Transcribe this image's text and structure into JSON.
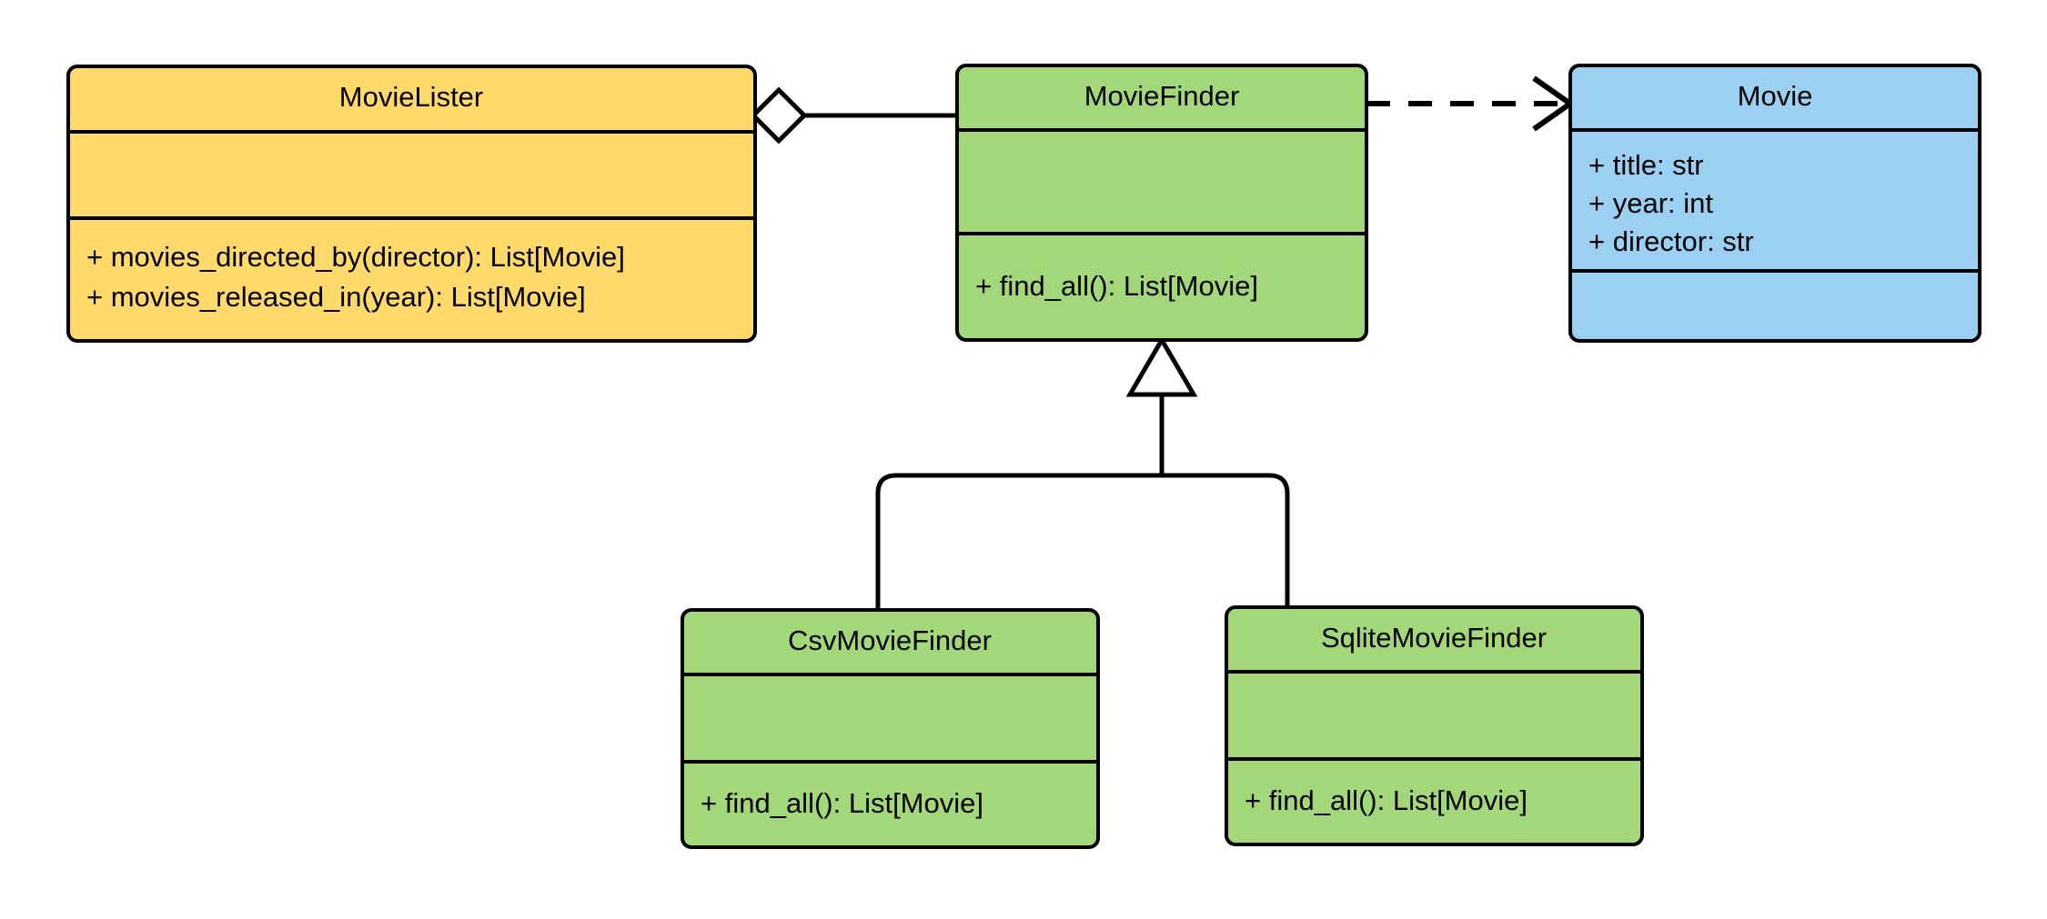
{
  "diagram": {
    "type": "uml-class-diagram",
    "background": "#ffffff",
    "colors": {
      "yellow": "#FFDA6B",
      "green": "#A2D87A",
      "blue": "#9BD0F2",
      "stroke": "#000000",
      "hollow_fill": "#ffffff"
    },
    "classes": {
      "movie_lister": {
        "name": "MovieLister",
        "fill": "#FFDA6B",
        "attributes": [],
        "methods": [
          "+ movies_directed_by(director): List[Movie]",
          "+ movies_released_in(year): List[Movie]"
        ]
      },
      "movie_finder": {
        "name": "MovieFinder",
        "fill": "#A2D87A",
        "attributes": [],
        "methods": [
          "+ find_all(): List[Movie]"
        ]
      },
      "movie": {
        "name": "Movie",
        "fill": "#9BD0F2",
        "attributes": [
          "+ title: str",
          "+ year: int",
          "+ director: str"
        ],
        "methods": []
      },
      "csv_movie_finder": {
        "name": "CsvMovieFinder",
        "fill": "#A2D87A",
        "attributes": [],
        "methods": [
          "+ find_all(): List[Movie]"
        ]
      },
      "sqlite_movie_finder": {
        "name": "SqliteMovieFinder",
        "fill": "#A2D87A",
        "attributes": [],
        "methods": [
          "+ find_all(): List[Movie]"
        ]
      }
    },
    "relationships": [
      {
        "id": "aggregation",
        "kind": "aggregation",
        "from": "MovieLister",
        "to": "MovieFinder",
        "marker": "hollow-diamond",
        "line": "solid"
      },
      {
        "id": "dependency",
        "kind": "dependency",
        "from": "MovieFinder",
        "to": "Movie",
        "marker": "open-arrow",
        "line": "dashed"
      },
      {
        "id": "generalization-csv",
        "kind": "generalization",
        "from": "CsvMovieFinder",
        "to": "MovieFinder",
        "marker": "hollow-triangle",
        "line": "solid"
      },
      {
        "id": "generalization-sqlite",
        "kind": "generalization",
        "from": "SqliteMovieFinder",
        "to": "MovieFinder",
        "marker": "hollow-triangle",
        "line": "solid"
      }
    ]
  }
}
